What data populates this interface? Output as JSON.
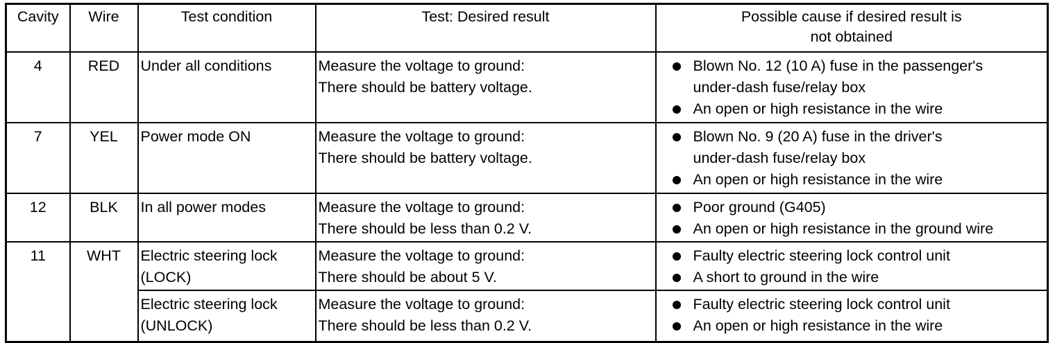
{
  "headers": {
    "cavity": "Cavity",
    "wire": "Wire",
    "test_condition": "Test condition",
    "desired_result": "Test: Desired result",
    "possible_cause_line1": "Possible cause if desired result is",
    "possible_cause_line2": "not obtained"
  },
  "rows": [
    {
      "cavity": "4",
      "wire": "RED",
      "condition": [
        "Under all conditions"
      ],
      "result": [
        "Measure the voltage to ground:",
        "There should be battery voltage."
      ],
      "causes": [
        [
          "Blown No. 12 (10 A) fuse in the passenger's",
          "under-dash fuse/relay box"
        ],
        [
          "An open or high resistance in the wire"
        ]
      ]
    },
    {
      "cavity": "7",
      "wire": "YEL",
      "condition": [
        "Power mode ON"
      ],
      "result": [
        "Measure the voltage to ground:",
        "There should be battery voltage."
      ],
      "causes": [
        [
          "Blown No. 9 (20 A) fuse in the driver's",
          "under-dash fuse/relay box"
        ],
        [
          "An open or high resistance in the wire"
        ]
      ]
    },
    {
      "cavity": "12",
      "wire": "BLK",
      "condition": [
        "In all power modes"
      ],
      "result": [
        "Measure the voltage to ground:",
        "There should be less than 0.2 V."
      ],
      "causes": [
        [
          "Poor ground (G405)"
        ],
        [
          "An open or high resistance in the ground wire"
        ]
      ]
    },
    {
      "cavity": "11",
      "wire": "WHT",
      "condition": [
        "Electric steering lock",
        "(LOCK)"
      ],
      "result": [
        "Measure the voltage to ground:",
        "There should be about 5 V."
      ],
      "causes": [
        [
          "Faulty electric steering lock control unit"
        ],
        [
          "A short to ground in the wire"
        ]
      ]
    },
    {
      "condition": [
        "Electric steering lock",
        "(UNLOCK)"
      ],
      "result": [
        "Measure the voltage to ground:",
        "There should be less than 0.2 V."
      ],
      "causes": [
        [
          "Faulty electric steering lock control unit"
        ],
        [
          "An open or high resistance in the wire"
        ]
      ]
    }
  ]
}
